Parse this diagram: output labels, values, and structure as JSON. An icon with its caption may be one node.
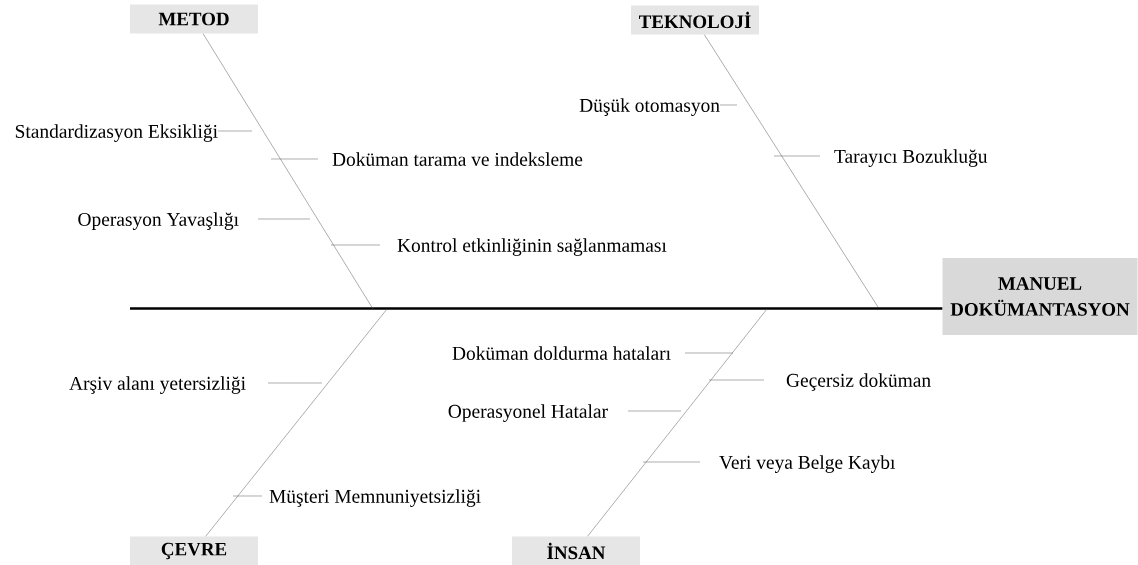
{
  "diagram": {
    "nodes": [
      {
        "text": [
          "METOD"
        ]
      },
      {
        "text": [
          "Standardizasyon Eksikliği"
        ]
      },
      {
        "text": [
          "Doküman tarama ve indeksleme"
        ]
      },
      {
        "text": [
          "Operasyon Yavaşlığı"
        ]
      },
      {
        "text": [
          "Kontrol etkinliğinin sağlanmaması"
        ]
      },
      {
        "text": [
          "TEKNOLOJİ"
        ]
      },
      {
        "text": [
          "Düşük otomasyon"
        ]
      },
      {
        "text": [
          "Tarayıcı Bozukluğu"
        ]
      },
      {
        "text": [
          "MANUEL DOKÜMANTASYON"
        ]
      },
      {
        "text": [
          "Doküman doldurma hataları"
        ]
      },
      {
        "text": [
          "Arşiv alanı yetersizliği"
        ]
      },
      {
        "text": [
          "Geçersiz doküman"
        ]
      },
      {
        "text": [
          "Operasyonel Hatalar"
        ]
      },
      {
        "text": [
          "Veri veya Belge Kaybı"
        ]
      },
      {
        "text": [
          "Müşteri Memnuniyetsizliği"
        ]
      },
      {
        "text": [
          "ÇEVRE"
        ]
      },
      {
        "text": [
          "İNSAN"
        ]
      }
    ],
    "edges": [
      {
        "from": null,
        "to": 8,
        "arrow": "none",
        "style": "thick",
        "color": "#000000"
      },
      {
        "from": 0,
        "to": null,
        "arrow": "none"
      },
      {
        "from": 5,
        "to": null,
        "arrow": "none"
      },
      {
        "from": 15,
        "to": null,
        "arrow": "none"
      },
      {
        "from": 16,
        "to": null,
        "arrow": "none"
      },
      {
        "from": 1,
        "to": null,
        "arrow": "none"
      },
      {
        "from": 2,
        "to": null,
        "arrow": "none"
      },
      {
        "from": 3,
        "to": null,
        "arrow": "none"
      },
      {
        "from": 4,
        "to": null,
        "arrow": "none"
      },
      {
        "from": 6,
        "to": null,
        "arrow": "none"
      },
      {
        "from": 7,
        "to": null,
        "arrow": "none"
      },
      {
        "from": 9,
        "to": null,
        "arrow": "none"
      },
      {
        "from": 10,
        "to": null,
        "arrow": "none"
      },
      {
        "from": 11,
        "to": null,
        "arrow": "none"
      },
      {
        "from": 12,
        "to": null,
        "arrow": "none"
      },
      {
        "from": 13,
        "to": null,
        "arrow": "none"
      },
      {
        "from": 14,
        "to": null,
        "arrow": "none"
      }
    ]
  }
}
